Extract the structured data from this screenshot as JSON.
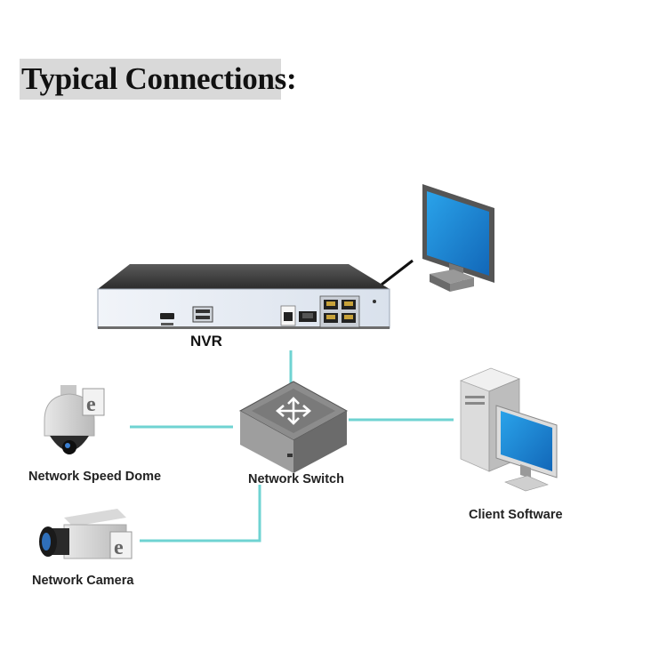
{
  "title": "Typical Connections:",
  "labels": {
    "nvr": "NVR",
    "speed_dome": "Network Speed Dome",
    "switch": "Network Switch",
    "client": "Client Software",
    "camera": "Network Camera"
  },
  "colors": {
    "cable": "#6fd3d2",
    "nvr_top": "#3d3d3d",
    "nvr_front": "#e6ecf4",
    "monitor_screen": "#1e8fd9",
    "title_bg": "#d9d9d9"
  },
  "icons": [
    "monitor-icon",
    "nvr-device-icon",
    "network-switch-icon",
    "speed-dome-camera-icon",
    "box-camera-icon",
    "client-pc-icon",
    "ie-browser-icon"
  ]
}
